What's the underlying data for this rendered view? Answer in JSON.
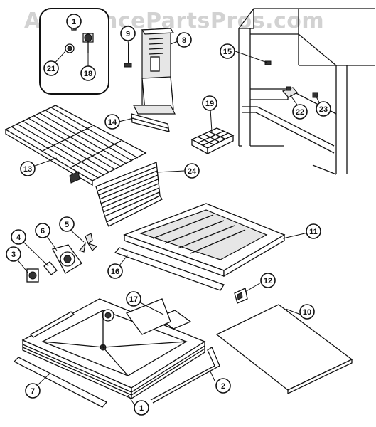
{
  "watermark": "AppliancePartsPros.com",
  "callouts": [
    {
      "id": "c1a",
      "label": "1"
    },
    {
      "id": "c1b",
      "label": "1"
    },
    {
      "id": "c2",
      "label": "2"
    },
    {
      "id": "c3",
      "label": "3"
    },
    {
      "id": "c4",
      "label": "4"
    },
    {
      "id": "c5",
      "label": "5"
    },
    {
      "id": "c6",
      "label": "6"
    },
    {
      "id": "c7",
      "label": "7"
    },
    {
      "id": "c8",
      "label": "8"
    },
    {
      "id": "c9",
      "label": "9"
    },
    {
      "id": "c10",
      "label": "10"
    },
    {
      "id": "c11",
      "label": "11"
    },
    {
      "id": "c12",
      "label": "12"
    },
    {
      "id": "c13",
      "label": "13"
    },
    {
      "id": "c14",
      "label": "14"
    },
    {
      "id": "c15",
      "label": "15"
    },
    {
      "id": "c16",
      "label": "16"
    },
    {
      "id": "c17",
      "label": "17"
    },
    {
      "id": "c18",
      "label": "18"
    },
    {
      "id": "c19",
      "label": "19"
    },
    {
      "id": "c21",
      "label": "21"
    },
    {
      "id": "c22",
      "label": "22"
    },
    {
      "id": "c23",
      "label": "23"
    },
    {
      "id": "c24",
      "label": "24"
    }
  ]
}
